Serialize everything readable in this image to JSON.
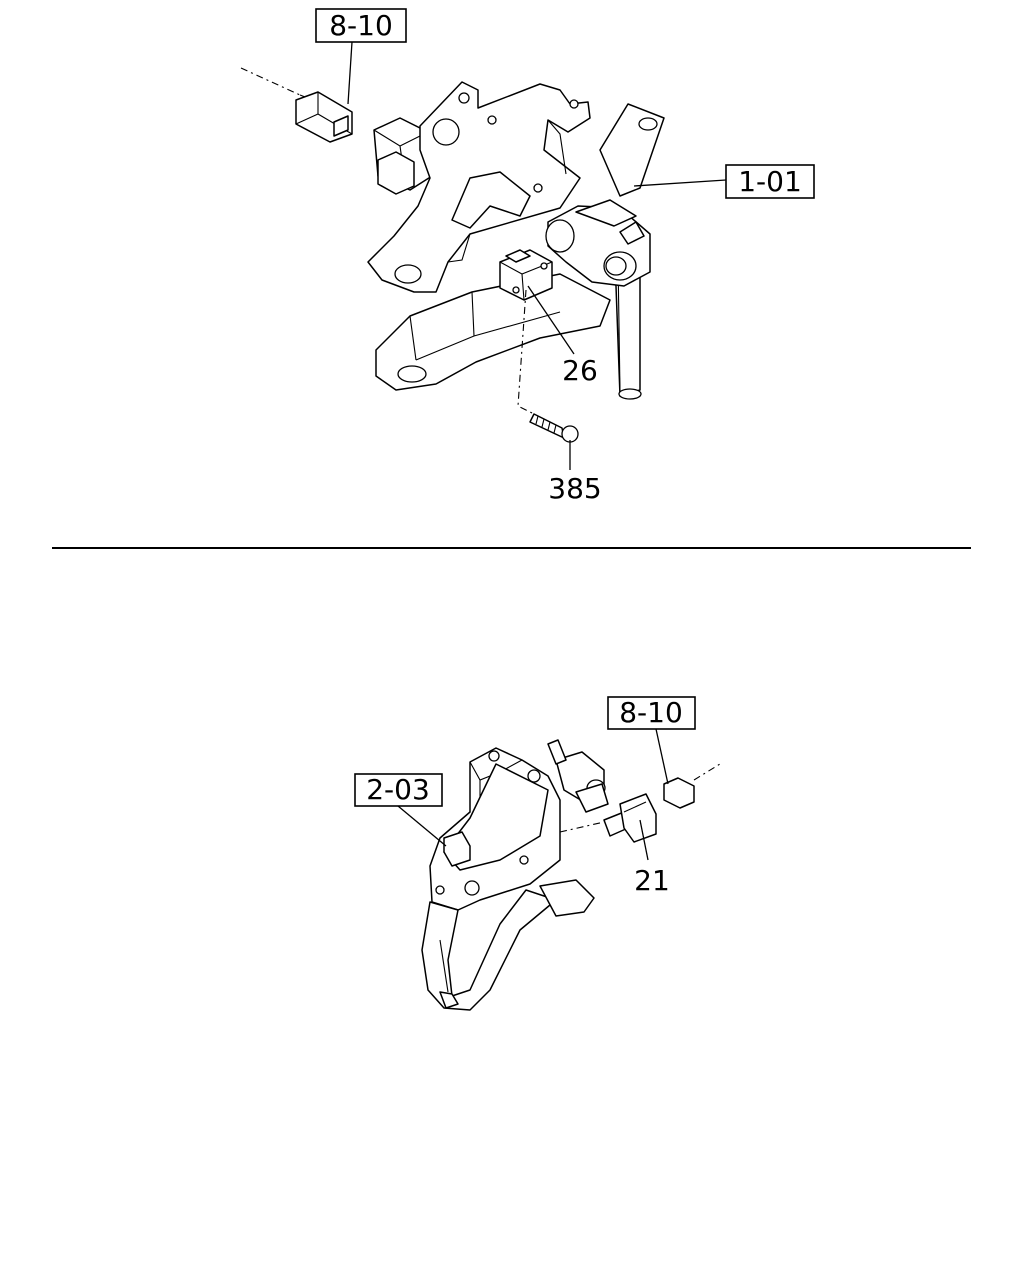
{
  "references": {
    "top_connector": "8-10",
    "top_bracket": "1-01",
    "bottom_pedal": "2-03",
    "bottom_connector": "8-10"
  },
  "callouts": {
    "switch_top": "26",
    "screw": "385",
    "switch_bottom": "21"
  }
}
